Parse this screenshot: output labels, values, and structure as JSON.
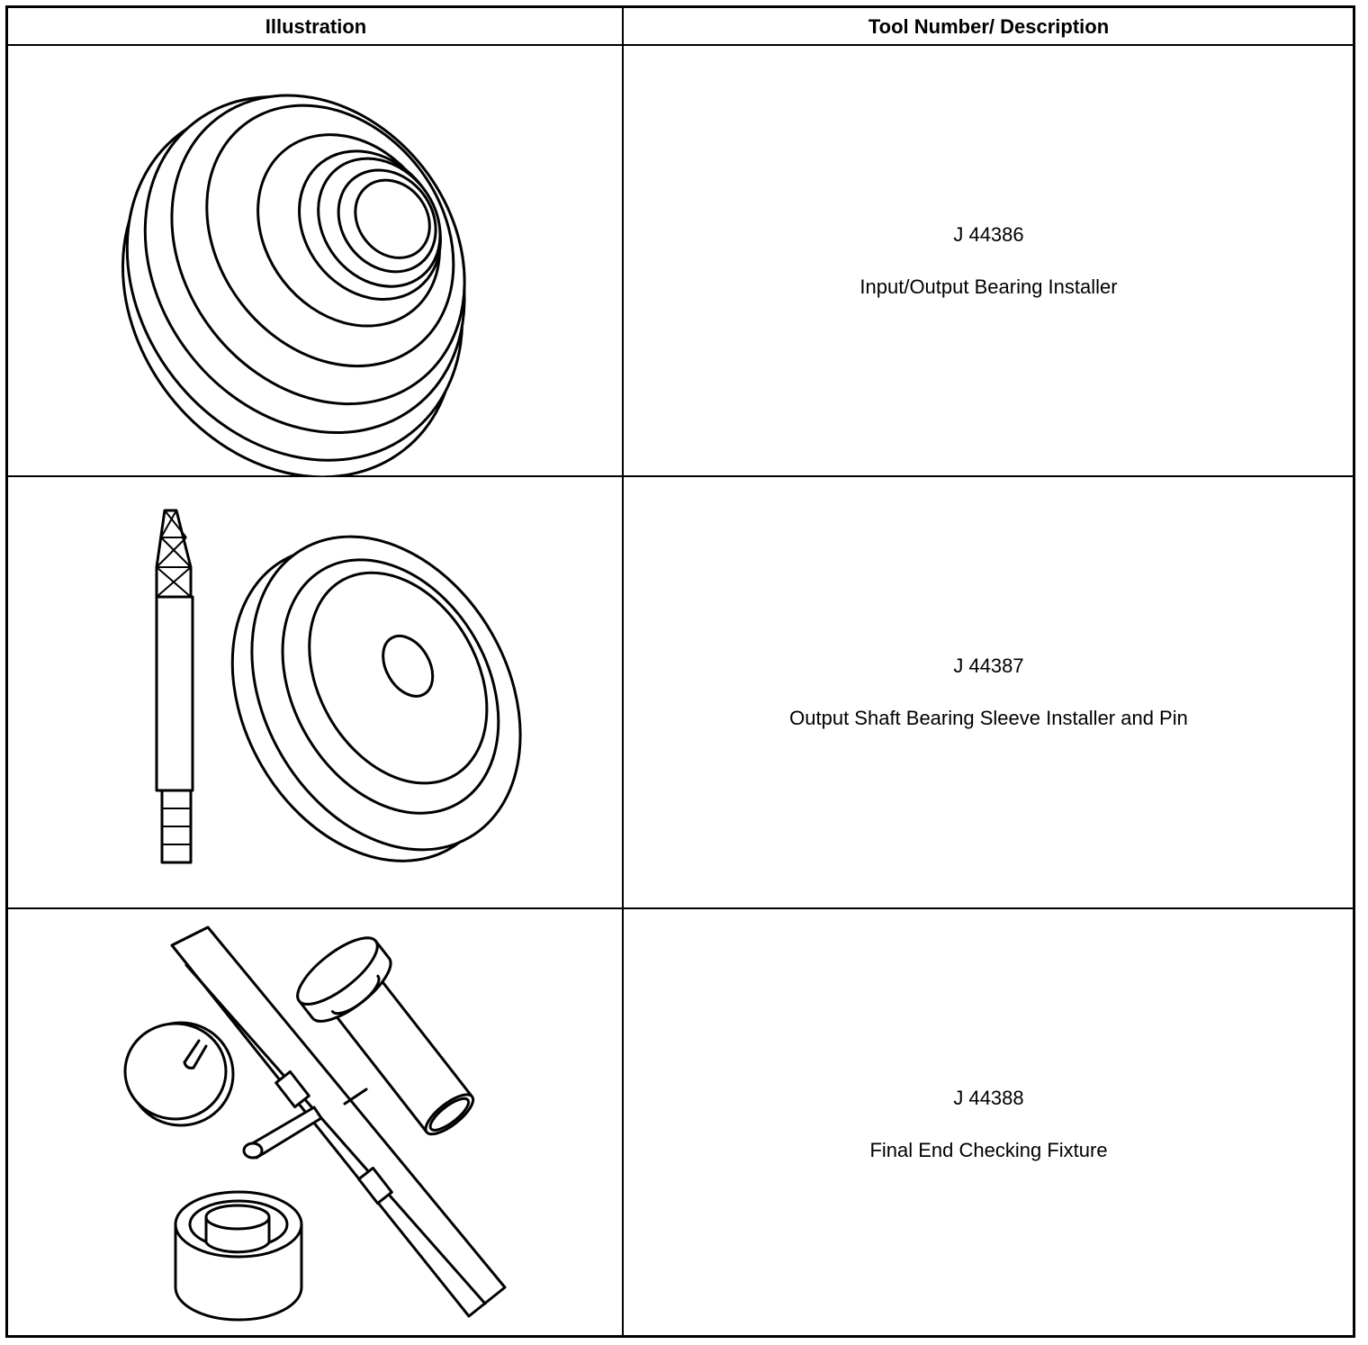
{
  "table": {
    "headers": {
      "illustration": "Illustration",
      "description": "Tool Number/ Description"
    },
    "rows": [
      {
        "tool_number": "J 44386",
        "description": "Input/Output Bearing Installer"
      },
      {
        "tool_number": "J 44387",
        "description": "Output Shaft Bearing Sleeve Installer and Pin"
      },
      {
        "tool_number": "J 44388",
        "description": "Final End Checking Fixture"
      }
    ]
  }
}
